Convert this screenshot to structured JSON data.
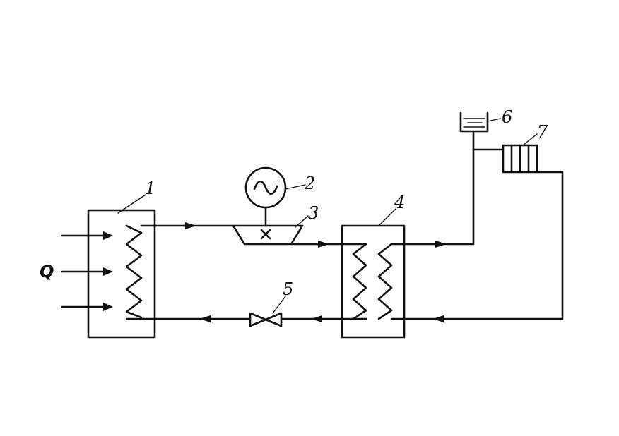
{
  "diagram": {
    "heat_input_label": "Q",
    "component_labels": {
      "evaporator": "1",
      "generator": "2",
      "turbine": "3",
      "condenser": "4",
      "valve": "5",
      "tank": "6",
      "radiator": "7"
    },
    "line_color": "#111111",
    "background": "#ffffff"
  }
}
